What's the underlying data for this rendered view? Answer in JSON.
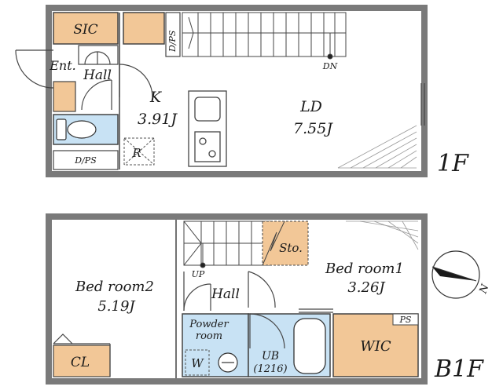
{
  "colors": {
    "wall": "#8a8a8a",
    "wall_dark": "#6f6f6f",
    "storage": "#f2c797",
    "wet": "#c8e2f4",
    "line": "#333333",
    "floor_bg": "#ffffff"
  },
  "floor_1f": {
    "label": "1F",
    "rooms": {
      "sic": "SIC",
      "ent": "Ent.",
      "hall": "Hall",
      "k": "K",
      "k_size": "3.91J",
      "ld": "LD",
      "ld_size": "7.55J",
      "dps_top": "D/PS",
      "dps_bottom": "D/PS",
      "r": "R",
      "dn": "DN"
    }
  },
  "floor_b1f": {
    "label": "B1F",
    "rooms": {
      "bed2": "Bed room2",
      "bed2_size": "5.19J",
      "bed1": "Bed room1",
      "bed1_size": "3.26J",
      "sto": "Sto.",
      "up": "UP",
      "hall": "Hall",
      "powder_line1": "Powder",
      "powder_line2": "room",
      "w": "W",
      "ub": "UB",
      "ub_size": "(1216)",
      "cl": "CL",
      "wic": "WIC",
      "ps": "PS"
    }
  },
  "compass": {
    "north": "N"
  }
}
